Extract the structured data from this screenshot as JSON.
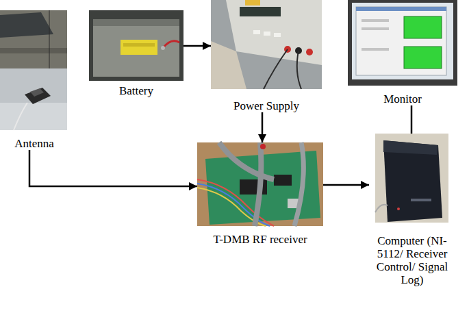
{
  "diagram": {
    "nodes": [
      {
        "text": [
          "Antenna"
        ]
      },
      {
        "text": [
          "Battery"
        ]
      },
      {
        "text": [
          "Power Supply"
        ]
      },
      {
        "text": [
          "Monitor"
        ]
      },
      {
        "text": [
          "T-DMB RF receiver"
        ]
      },
      {
        "text": [
          "Computer (NI-5112/ Receiver Control/ Signal Log)"
        ]
      }
    ],
    "edges": [
      {
        "from": 1,
        "to": 2,
        "arrow": "to"
      },
      {
        "from": 2,
        "to": 4,
        "arrow": "to"
      },
      {
        "from": 0,
        "to": 4,
        "arrow": "to"
      },
      {
        "from": 4,
        "to": 5,
        "arrow": "to"
      },
      {
        "from": 3,
        "to": 5,
        "arrow": "none"
      }
    ]
  }
}
